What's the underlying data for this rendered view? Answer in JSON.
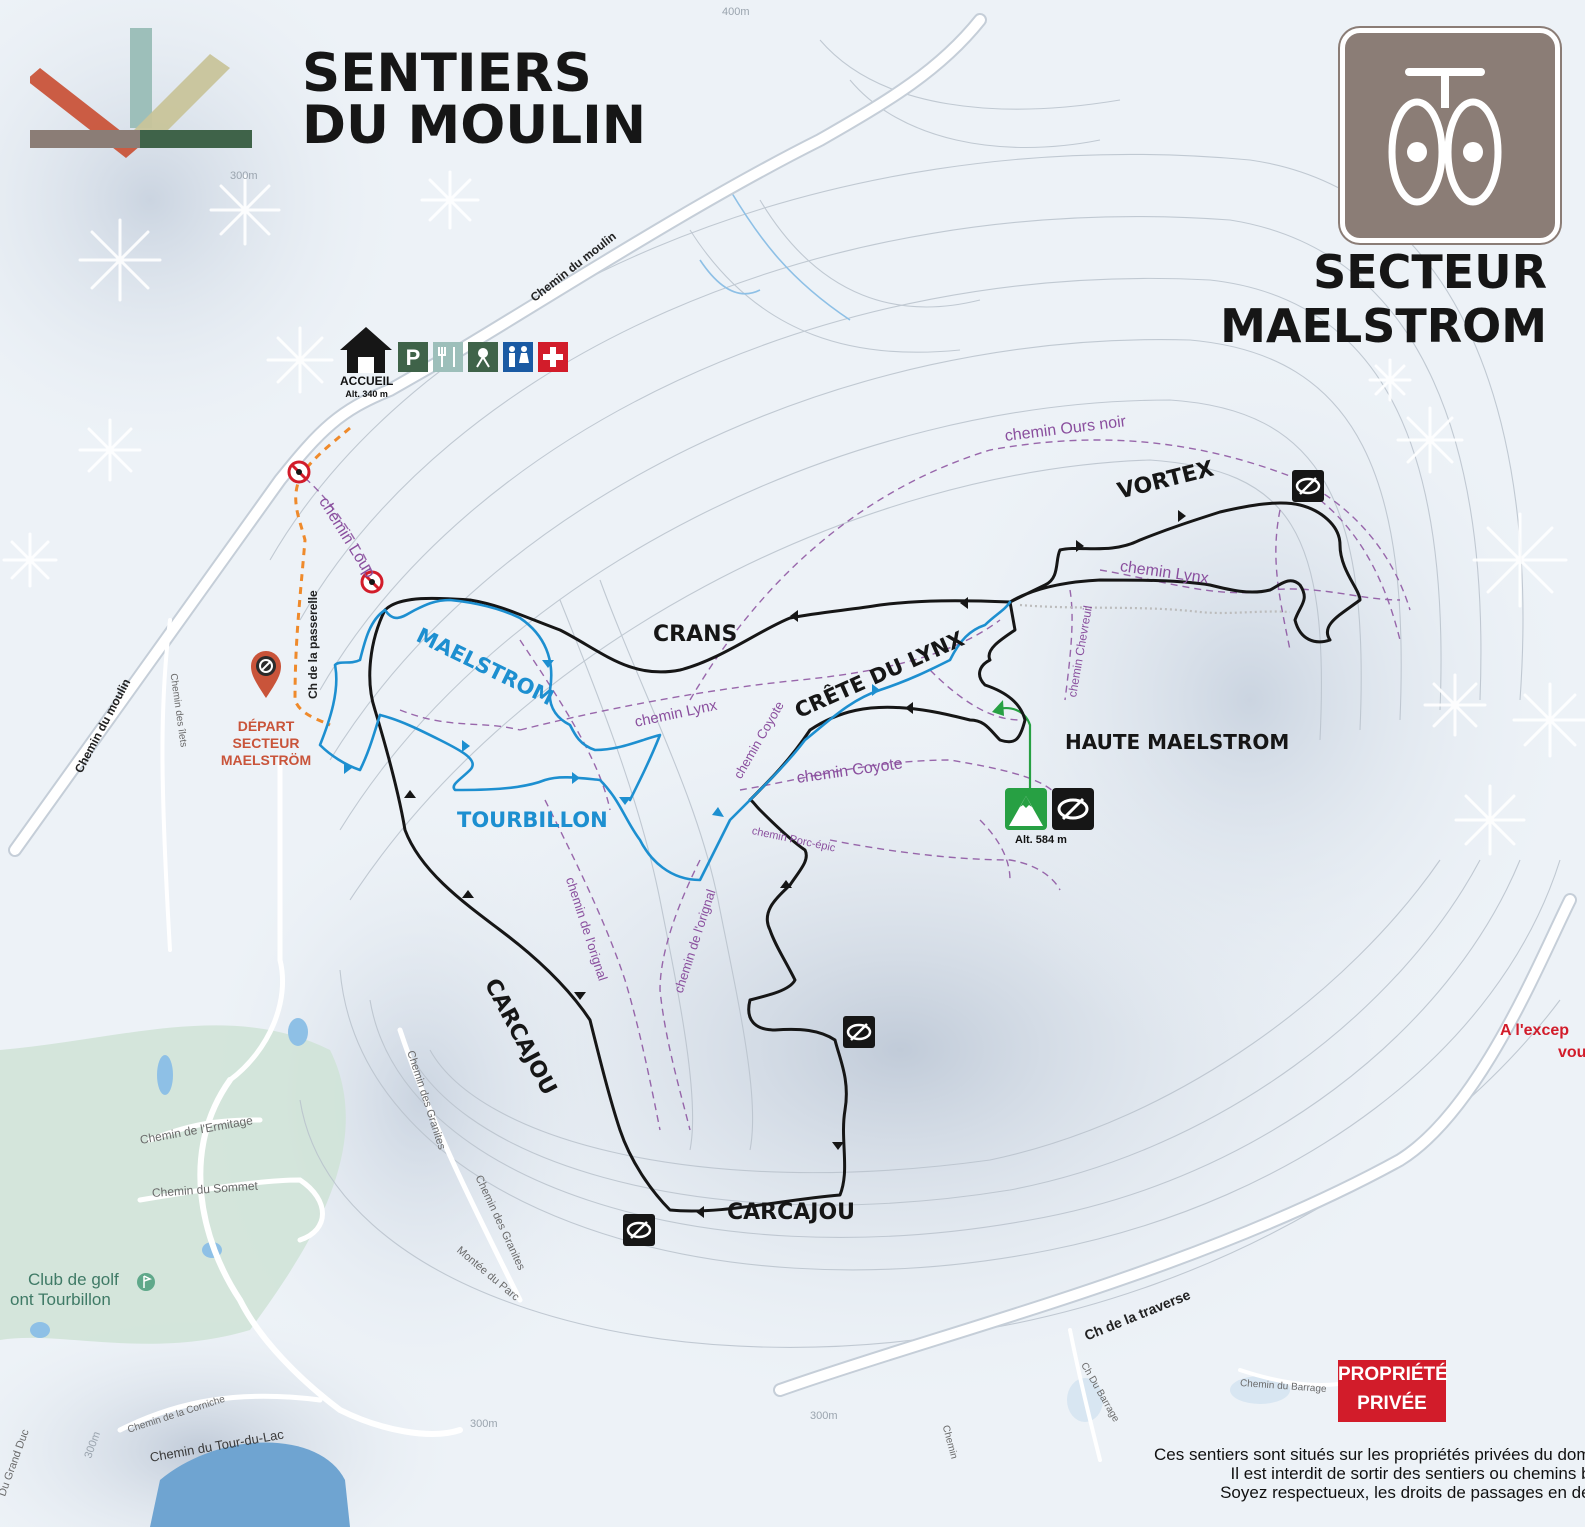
{
  "title": {
    "line1": "SENTIERS",
    "line2": "DU MOULIN"
  },
  "sector": {
    "line1": "SECTEUR",
    "line2": "MAELSTROM"
  },
  "bike_badge": {
    "icon": "fatbike-icon",
    "color": "#8b7d76"
  },
  "accueil": {
    "label": "ACCUEIL",
    "altitude": "Alt. 340 m",
    "services": [
      "house-icon",
      "parking-icon",
      "restaurant-icon",
      "shower-icon",
      "restroom-icon",
      "first-aid-icon"
    ]
  },
  "depart": {
    "line1": "DÉPART",
    "line2": "SECTEUR",
    "line3": "MAELSTRÖM"
  },
  "summit": {
    "altitude": "Alt. 584 m"
  },
  "trails_black": {
    "vortex": "VORTEX",
    "crans": "CRANS",
    "haute": "HAUTE MAELSTROM",
    "carcajou1": "CARCAJOU",
    "carcajou2": "CARCAJOU",
    "crete": "CRÊTE DU LYNX"
  },
  "trails_blue": {
    "maelstrom": "MAELSTROM",
    "tourbillon": "TOURBILLON"
  },
  "trails_purple": {
    "ours": "chemin Ours noir",
    "lynx1": "chemin Lynx",
    "lynx2": "chemin Lynx",
    "loup": "chemin Loup",
    "coyote1": "chemin Coyote",
    "coyote2": "chemin Coyote",
    "chevreuil": "chemin Chevreuil",
    "orignal1": "chemin de l'orignal",
    "orignal2": "chemin de l'orignal",
    "porcepic": "chemin Porc-épic"
  },
  "roads": {
    "moulin_top": "Chemin du moulin",
    "moulin_left": "Chemin du moulin",
    "passerelle": "Ch de la passerelle",
    "traverse": "Ch de la traverse",
    "granites1": "Chemin des Granites",
    "granites2": "Chemin des Granites",
    "ilets": "Chemin des îlets",
    "ermitage": "Chemin de l'Ermitage",
    "sommet": "Chemin du Sommet",
    "parc": "Montée du Parc",
    "corniche": "Chemin de la Corniche",
    "tourdulac": "Chemin du Tour-du-Lac",
    "grandduc": "Du Grand Duc",
    "barrage1": "Ch Du Barrage",
    "barrage2": "Chemin du Barrage",
    "chemin_light": "Chemin"
  },
  "contours": {
    "c300a": "300m",
    "c300b": "300m",
    "c300c": "300m",
    "c400": "400m",
    "c300d": "300m"
  },
  "golf": {
    "line1": "Club de golf",
    "line2": "ont Tourbillon"
  },
  "property": {
    "line1": "PROPRIÉTÉ",
    "line2": "PRIVÉE"
  },
  "footer": {
    "line1": "Ces sentiers sont situés sur les propriétés privées du doma",
    "line2": "Il est interdit de sortir des sentiers ou chemins ba",
    "line3": "Soyez respectueux, les droits de passages en dép"
  },
  "note": {
    "line1": "A l'excep",
    "line2": "vou"
  },
  "colors": {
    "black_trail": "#161616",
    "blue_trail": "#1d8fd0",
    "purple_path": "#8a4f9e",
    "red": "#d21c2a",
    "green_arrow": "#27a043",
    "logo_orange": "#c9543a",
    "logo_teal": "#9dbfba",
    "logo_olive": "#c8c49a",
    "logo_green": "#3f6349",
    "logo_brown": "#8b7d76"
  }
}
